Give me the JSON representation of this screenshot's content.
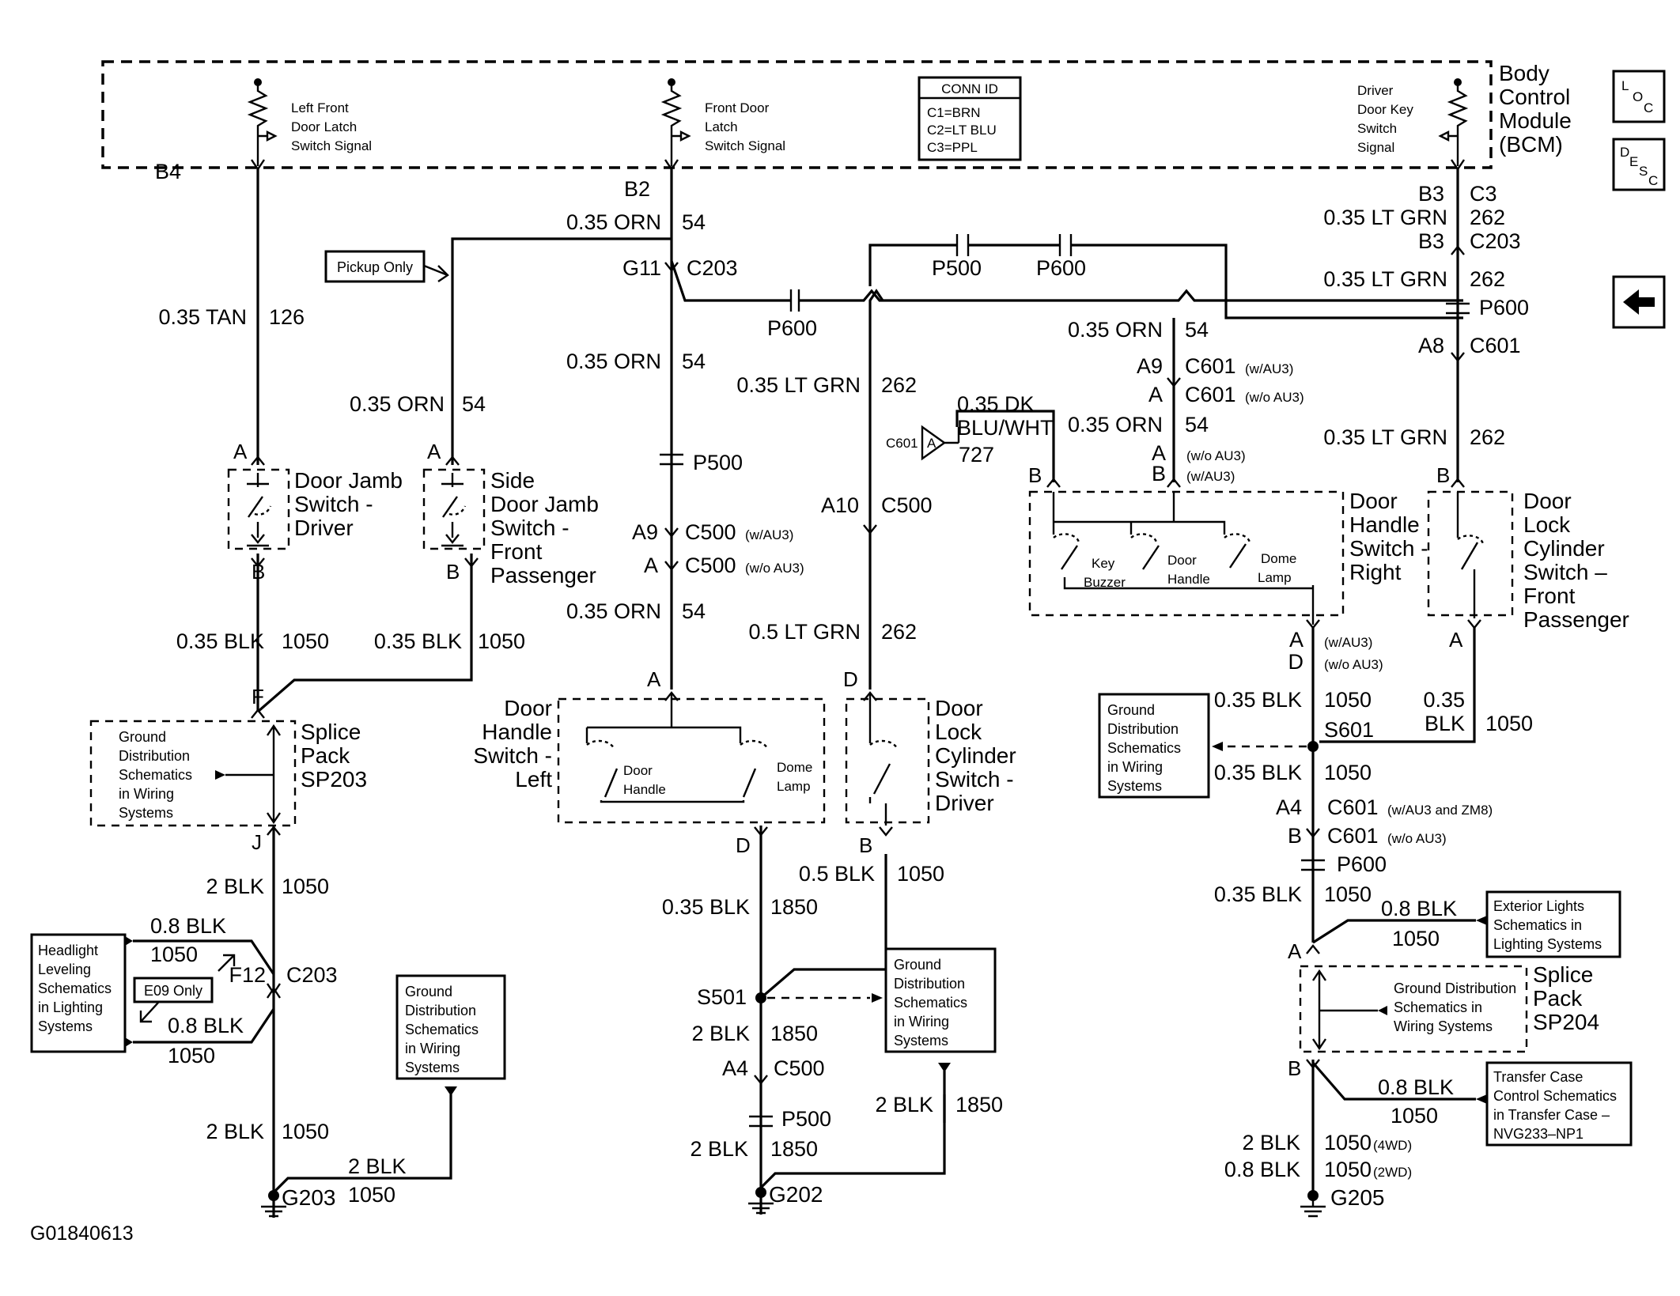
{
  "bcm": {
    "name_lines": [
      "Body",
      "Control",
      "Module",
      "(BCM)"
    ],
    "signal_left_front": [
      "Left Front",
      "Door Latch",
      "Switch Signal"
    ],
    "signal_front_door": [
      "Front Door",
      "Latch",
      "Switch Signal"
    ],
    "signal_driver_key": [
      "Driver",
      "Door Key",
      "Switch",
      "Signal"
    ]
  },
  "conn_id": {
    "title": "CONN ID",
    "lines": [
      "C1=BRN",
      "C2=LT BLU",
      "C3=PPL"
    ]
  },
  "nav": {
    "loc": [
      "L",
      "O",
      "C"
    ],
    "desc": [
      "D",
      "E",
      "S",
      "C"
    ],
    "back_arrow": "arrow-left-icon"
  },
  "col1": {
    "pin_top": "B4",
    "wire": "0.35 TAN",
    "circuit": "126",
    "switch_pin_a": "A",
    "switch_pin_b": "B",
    "switch_name": [
      "Door Jamb",
      "Switch -",
      "Driver"
    ],
    "wire2": "0.35 BLK",
    "circuit2": "1050",
    "splice_pin_f": "F",
    "splice_pin_j": "J",
    "splice_name": [
      "Splice",
      "Pack",
      "SP203"
    ],
    "ground_dist": [
      "Ground",
      "Distribution",
      "Schematics",
      "in Wiring",
      "Systems"
    ],
    "wire3": "2 BLK",
    "circuit3": "1050",
    "headlight_box": [
      "Headlight",
      "Leveling",
      "Schematics",
      "in Lighting",
      "Systems"
    ],
    "upper_branch_wire": "0.8 BLK",
    "upper_branch_circuit": "1050",
    "lower_branch_wire": "0.8 BLK",
    "lower_branch_circuit": "1050",
    "e09": "E09 Only",
    "c203_pin": "F12",
    "c203": "C203",
    "wire4": "2 BLK",
    "circuit4": "1050",
    "gnd_wire": "2 BLK",
    "gnd_circuit": "1050",
    "ground_dist2": [
      "Ground",
      "Distribution",
      "Schematics",
      "in Wiring",
      "Systems"
    ],
    "ground": "G203"
  },
  "col2": {
    "pickup_only": "Pickup Only",
    "wire": "0.35 ORN",
    "circuit": "54",
    "switch_pin_a": "A",
    "switch_pin_b": "B",
    "switch_name": [
      "Side",
      "Door Jamb",
      "Switch -",
      "Front",
      "Passenger"
    ],
    "wire2": "0.35 BLK",
    "circuit2": "1050"
  },
  "col3": {
    "pin_top": "B2",
    "wire": "0.35 ORN",
    "circuit": "54",
    "g11": "G11",
    "c203": "C203",
    "p600": "P600",
    "wire2": "0.35 ORN",
    "circuit2": "54",
    "p500": "P500",
    "a9": "A9",
    "c500_w": "C500",
    "c500_w_note": "(w/AU3)",
    "a": "A",
    "c500_wo": "C500",
    "c500_wo_note": "(w/o AU3)",
    "wire3": "0.35 ORN",
    "circuit3": "54",
    "switch_pin_a": "A",
    "switch_pin_d": "D",
    "switch_name": [
      "Door",
      "Handle",
      "Switch -",
      "Left"
    ],
    "door_handle": [
      "Door",
      "Handle"
    ],
    "dome_lamp": [
      "Dome",
      "Lamp"
    ],
    "wire4": "0.35 BLK",
    "circuit4": "1850",
    "s501": "S501",
    "ground_dist": [
      "Ground",
      "Distribution",
      "Schematics",
      "in Wiring",
      "Systems"
    ],
    "wire5": "2 BLK",
    "circuit5": "1850",
    "a4": "A4",
    "c500": "C500",
    "p500b": "P500",
    "wire6": "2 BLK",
    "circuit6": "1850",
    "ground": "G202"
  },
  "col4": {
    "p500": "P500",
    "p600": "P600",
    "wire": "0.35 LT GRN",
    "circuit": "262",
    "a10": "A10",
    "c500": "C500",
    "wire2": "0.5 LT GRN",
    "circuit2": "262",
    "switch_pin_d": "D",
    "switch_pin_b": "B",
    "switch_name": [
      "Door",
      "Lock",
      "Cylinder",
      "Switch -",
      "Driver"
    ],
    "wire3": "0.5 BLK",
    "circuit3": "1050",
    "wire4": "2 BLK",
    "circuit4": "1850",
    "c601_flag": "C601",
    "c601_pin": "A",
    "dk_wire": [
      "0.35 DK",
      "BLU/WHT"
    ],
    "dk_circuit": "727"
  },
  "col5": {
    "wire": "0.35 ORN",
    "circuit": "54",
    "a9": "A9",
    "c601_w": "C601",
    "c601_w_note": "(w/AU3)",
    "a": "A",
    "c601_wo": "C601",
    "c601_wo_note": "(w/o AU3)",
    "wire2": "0.35 ORN",
    "circuit2": "54",
    "pin_a": "A",
    "pin_a_note": "(w/o AU3)",
    "pin_b": "B",
    "pin_b_note": "(w/AU3)",
    "pin_b_left": "B",
    "switch_name": [
      "Door",
      "Handle",
      "Switch -",
      "Right"
    ],
    "key_buzzer": [
      "Key",
      "Buzzer"
    ],
    "door_handle": [
      "Door",
      "Handle"
    ],
    "dome_lamp": [
      "Dome",
      "Lamp"
    ],
    "out_a": "A",
    "out_a_note": "(w/AU3)",
    "out_d": "D",
    "out_d_note": "(w/o AU3)",
    "wire3": "0.35 BLK",
    "circuit3": "1050",
    "s601": "S601",
    "ground_dist": [
      "Ground",
      "Distribution",
      "Schematics",
      "in Wiring",
      "Systems"
    ],
    "wire4": "0.35 BLK",
    "circuit4": "1050",
    "a4": "A4",
    "c601_a4": "C601",
    "c601_a4_note": "(w/AU3 and ZM8)",
    "b": "B",
    "c601_b": "C601",
    "c601_b_note": "(w/o AU3)",
    "p600": "P600",
    "wire5": "0.35 BLK",
    "circuit5": "1050",
    "ext_box": [
      "Exterior Lights",
      "Schematics in",
      "Lighting Systems"
    ],
    "ext_wire": "0.8 BLK",
    "ext_circuit": "1050",
    "splice_a": "A",
    "splice_b": "B",
    "splice_name": [
      "Splice",
      "Pack",
      "SP204"
    ],
    "splice_gd": [
      "Ground Distribution",
      "Schematics in",
      "Wiring Systems"
    ],
    "tc_box": [
      "Transfer Case",
      "Control Schematics",
      "in Transfer Case –",
      "NVG233–NP1"
    ],
    "tc_wire": "0.8 BLK",
    "tc_circuit": "1050",
    "w4wd": "2 BLK",
    "c4wd": "1050",
    "n4wd": "(4WD)",
    "w2wd": "0.8 BLK",
    "c2wd": "1050",
    "n2wd": "(2WD)",
    "ground": "G205"
  },
  "col6": {
    "b3": "B3",
    "c3": "C3",
    "wire": "0.35 LT GRN",
    "circuit": "262",
    "b3b": "B3",
    "c203": "C203",
    "wire2": "0.35 LT GRN",
    "circuit2": "262",
    "p600": "P600",
    "a8": "A8",
    "c601": "C601",
    "wire3": "0.35 LT GRN",
    "circuit3": "262",
    "switch_pin_b": "B",
    "switch_pin_a": "A",
    "switch_name": [
      "Door",
      "Lock",
      "Cylinder",
      "Switch –",
      "Front",
      "Passenger"
    ],
    "wire4": [
      "0.35",
      "BLK"
    ],
    "circuit4": "1050"
  },
  "figure_id": "G01840613"
}
